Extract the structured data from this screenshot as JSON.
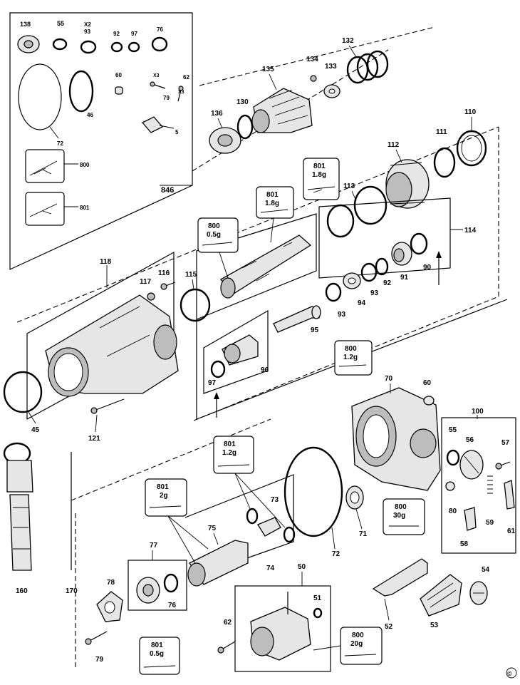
{
  "labels": {
    "p138": "138",
    "p55a": "55",
    "p93a": "93",
    "p92a": "92",
    "p97a": "97",
    "p76a": "76",
    "x2": "X2",
    "x3a": "X3",
    "x3b": "X3",
    "p60a": "60",
    "p62a": "62",
    "p79a": "79",
    "p46": "46",
    "p72a": "72",
    "p5": "5",
    "p800a": "800",
    "p801a": "801",
    "p846": "846",
    "p134": "134",
    "p132": "132",
    "p135": "135",
    "p133": "133",
    "p130": "130",
    "p136": "136",
    "p110": "110",
    "p111": "111",
    "p112": "112",
    "p113": "113",
    "p114": "114",
    "p90": "90",
    "p91": "91",
    "p92": "92",
    "p93b": "93",
    "p93c": "93",
    "p94": "94",
    "p95": "95",
    "p96": "96",
    "p97": "97",
    "p118": "118",
    "p117": "117",
    "p116": "116",
    "p115": "115",
    "p45": "45",
    "p121": "121",
    "p70": "70",
    "p60": "60",
    "p100": "100",
    "p55": "55",
    "p56": "56",
    "p57": "57",
    "p80": "80",
    "p59": "59",
    "p61": "61",
    "p58": "58",
    "p71": "71",
    "p72": "72",
    "p73": "73",
    "p74": "74",
    "p75": "75",
    "p76": "76",
    "p77": "77",
    "p78": "78",
    "p79": "79",
    "p50": "50",
    "p51": "51",
    "p52": "52",
    "p53": "53",
    "p54": "54",
    "p62": "62",
    "p160": "160",
    "p170": "170"
  },
  "grease": {
    "g801_18a": {
      "code": "801",
      "qty": "1.8g"
    },
    "g801_18b": {
      "code": "801",
      "qty": "1.8g"
    },
    "g800_05": {
      "code": "800",
      "qty": "0.5g"
    },
    "g800_12": {
      "code": "800",
      "qty": "1.2g"
    },
    "g801_12": {
      "code": "801",
      "qty": "1.2g"
    },
    "g801_2": {
      "code": "801",
      "qty": "2g"
    },
    "g800_30": {
      "code": "800",
      "qty": "30g"
    },
    "g801_05": {
      "code": "801",
      "qty": "0.5g"
    },
    "g800_20": {
      "code": "800",
      "qty": "20g"
    }
  },
  "copyright": "©"
}
